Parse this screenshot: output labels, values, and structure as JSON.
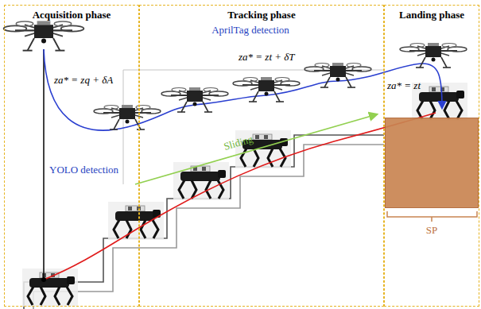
{
  "diagram": {
    "nodes": [
      {
        "text": [
          "Acquisition phase"
        ]
      },
      {
        "text": [
          "Tracking phase"
        ]
      },
      {
        "text": [
          "Landing phase"
        ]
      },
      {
        "text": [
          "SP"
        ],
        "in": 2
      }
    ],
    "labels": [
      "AprilTag detection",
      "za* = zq + δA",
      "za* = zt + δT",
      "za* = zt",
      "YOLO detection",
      "Sliding"
    ]
  }
}
